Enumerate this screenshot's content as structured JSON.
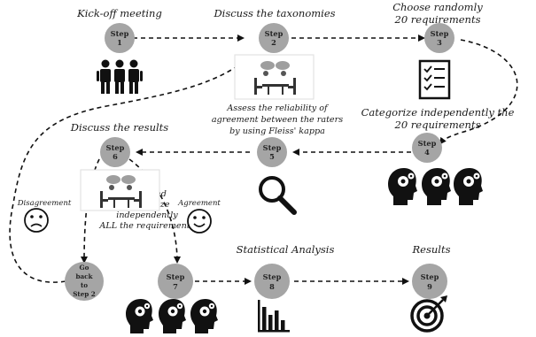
{
  "diagram": {
    "steps": [
      {
        "id": "step1",
        "label": "Step",
        "number": "1",
        "title": "Kick-off meeting",
        "icon": "people-group-icon"
      },
      {
        "id": "step2",
        "label": "Step",
        "number": "2",
        "title": "Discuss the taxonomies",
        "icon": "meeting-table-icon"
      },
      {
        "id": "step3",
        "label": "Step",
        "number": "3",
        "title_lines": [
          "Choose randomly",
          "20 requirements"
        ],
        "icon": "checklist-icon"
      },
      {
        "id": "step4",
        "label": "Step",
        "number": "4",
        "title_lines": [
          "Categorize independently the",
          "20 requirements"
        ],
        "icon": "thinking-heads-icon"
      },
      {
        "id": "step5",
        "label": "Step",
        "number": "5",
        "note_lines": [
          "Assess the reliability of",
          "agreement between the raters",
          "by using Fleiss' kappa"
        ],
        "icon": "magnifier-icon"
      },
      {
        "id": "step6",
        "label": "Step",
        "number": "6",
        "title": "Discuss the results",
        "icon": "meeting-table-icon"
      },
      {
        "id": "step7",
        "label": "Step",
        "number": "7",
        "note_lines": [
          "Split and",
          "categorize",
          "independently",
          "ALL the requirements"
        ],
        "icon": "thinking-heads-icon"
      },
      {
        "id": "step8",
        "label": "Step",
        "number": "8",
        "title": "Statistical Analysis",
        "icon": "bar-chart-icon"
      },
      {
        "id": "step9",
        "label": "Step",
        "number": "9",
        "title": "Results",
        "icon": "target-icon"
      }
    ],
    "goback": {
      "lines": [
        "Go",
        "back",
        "to",
        "Step 2"
      ]
    },
    "disagreement": {
      "label": "Disagreement",
      "icon": "sad-face-icon"
    },
    "agreement": {
      "label": "Agreement",
      "icon": "happy-face-icon"
    },
    "colors": {
      "node": "#a5a5a5",
      "ink": "#111111"
    }
  }
}
